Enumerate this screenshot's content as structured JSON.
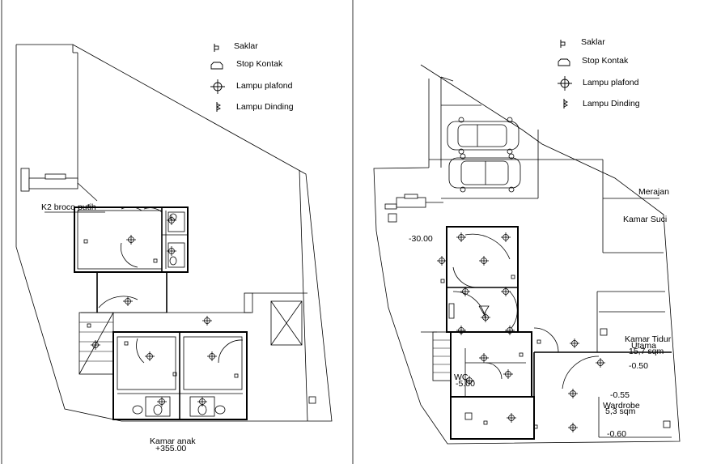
{
  "legend": {
    "left": [
      {
        "icon": "switch-icon",
        "label": "Saklar"
      },
      {
        "icon": "socket-icon",
        "label": "Stop Kontak"
      },
      {
        "icon": "ceiling-lamp-icon",
        "label": "Lampu plafond"
      },
      {
        "icon": "wall-lamp-icon",
        "label": "Lampu Dinding"
      }
    ],
    "right": [
      {
        "icon": "switch-icon",
        "label": "Saklar"
      },
      {
        "icon": "socket-icon",
        "label": "Stop Kontak"
      },
      {
        "icon": "ceiling-lamp-icon",
        "label": "Lampu plafond"
      },
      {
        "icon": "wall-lamp-icon",
        "label": "Lampu Dinding"
      }
    ]
  },
  "left_plan": {
    "k2_label": "K2 broco putih",
    "room_label": "Kamar anak",
    "level_label": "+355.00"
  },
  "right_plan": {
    "level_1": "-30.00",
    "merajan": "Merajan",
    "kamar_suci": "Kamar Suci",
    "kamar_tidur": "Kamar Tidur",
    "utama": "Utama",
    "area_1": "15,7 sqm",
    "level_2": "-0.50",
    "wc": "WC",
    "level_3": "-5.00",
    "level_4": "-0.55",
    "wardrobe": "Wardrobe",
    "area_2": "5,3 sqm",
    "level_5": "-0.60"
  }
}
